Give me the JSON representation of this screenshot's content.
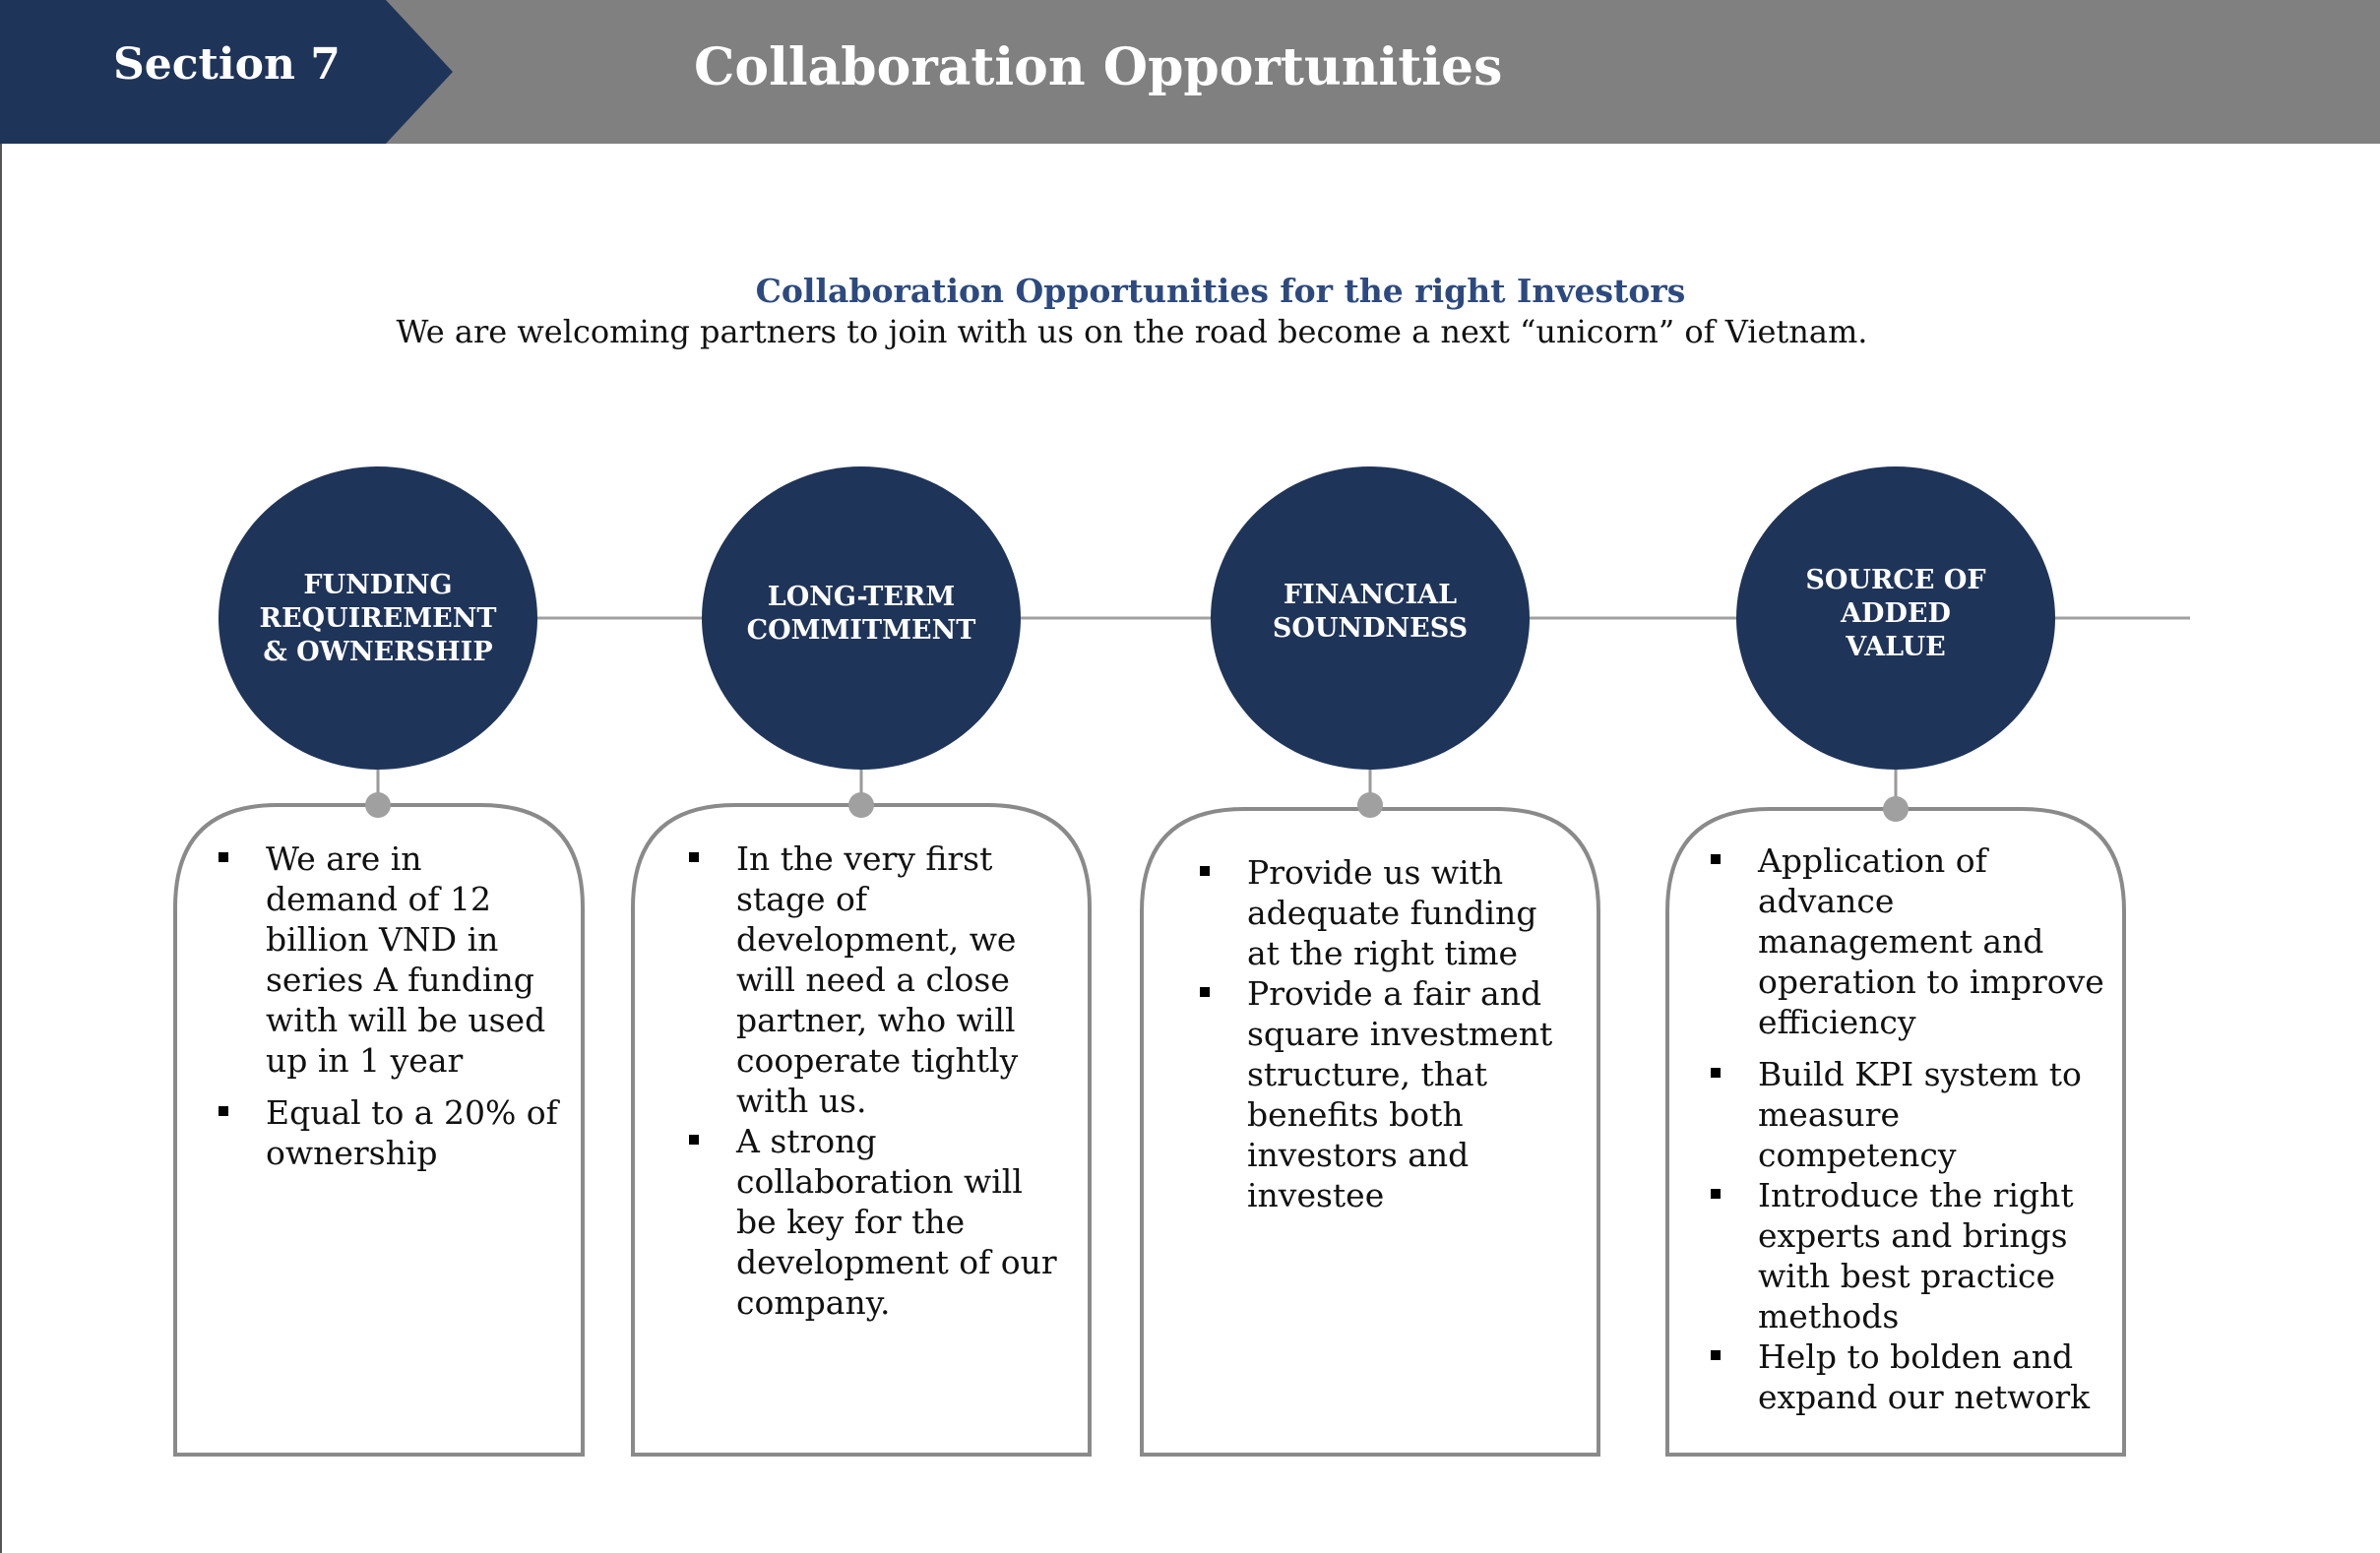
{
  "header": {
    "section_label": "Section 7",
    "title": "Collaboration Opportunities",
    "colors": {
      "tab": "#1f3459",
      "bar": "#808080"
    }
  },
  "intro": {
    "heading": "Collaboration Opportunities for the right Investors",
    "text": "We are welcoming partners to join with us on the road become a next “unicorn” of Vietnam."
  },
  "colors": {
    "circle": "#1f3459",
    "connector": "#9a9a9a",
    "card_border": "#8a8a8a",
    "heading": "#2c4a7f"
  },
  "pillars": [
    {
      "title": "FUNDING\nREQUIREMENT\n& OWNERSHIP",
      "bullets": [
        "We are in demand of 12 billion VND in series A funding with will be used up in 1 year",
        "Equal to a 20% of ownership"
      ]
    },
    {
      "title": "LONG-TERM\nCOMMITMENT",
      "bullets": [
        "In the very first stage of development, we will need a close partner, who will cooperate tightly with us.",
        "A strong collaboration will be key for the development of our company."
      ]
    },
    {
      "title": "FINANCIAL\nSOUNDNESS",
      "bullets": [
        "Provide us with adequate funding at the right time",
        "Provide a fair and square investment structure, that benefits both investors and investee"
      ]
    },
    {
      "title": "SOURCE OF\nADDED\nVALUE",
      "bullets": [
        "Application of advance management and operation to improve efficiency",
        "Build KPI system to measure competency",
        "Introduce the right experts and brings with best practice methods",
        "Help to bolden and expand our network"
      ]
    }
  ]
}
